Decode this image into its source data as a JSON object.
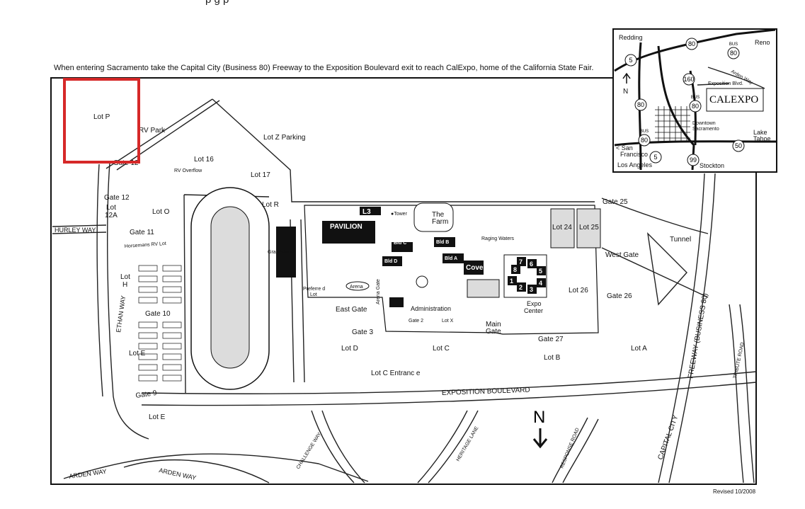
{
  "header": {
    "top_fragment": "p      g  p",
    "intro": "When entering Sacramento take the Capital City (Business 80) Freeway to the Exposition Boulevard exit to reach CalExpo, home of  the California State Fair.",
    "revised": "Revised 10/2008"
  },
  "inset": {
    "places": [
      "Redding",
      "Reno",
      "N",
      "Exposition Blvd.",
      "Arden Way",
      "Downtown",
      "Sacramento",
      "Lake",
      "Tahoe",
      "< San",
      "Francisco",
      "Los Angeles",
      "Stockton",
      "CALEXPO"
    ],
    "route_shields": [
      "5",
      "80",
      "80",
      "160",
      "80",
      "80",
      "80",
      "5",
      "99",
      "50"
    ],
    "bus_labels": [
      "BUS",
      "BUS",
      "BUS"
    ]
  },
  "lots": {
    "lot_p": "Lot P",
    "rv_park": "RV Park",
    "lot_z": "Lot Z Parking",
    "lot_16": "Lot 16",
    "rv_overflow": "RV Overflow",
    "lot_17": "Lot 17",
    "lot_r": "Lot R",
    "lot_o": "Lot O",
    "lot_12": "Lot",
    "lot_12a": "12A",
    "lot_h1": "Lot",
    "lot_h2": "H",
    "lot_e1": "Lot E",
    "lot_e2": "Lot E",
    "lot_d": "Lot D",
    "lot_c": "Lot C",
    "lot_c_entrance": "Lot C Entranc  e",
    "lot_b": "Lot B",
    "lot_a": "Lot A",
    "lot_24": "Lot 24",
    "lot_25": "Lot 25",
    "lot_26": "Lot 26",
    "lot_x": "Lot X",
    "preferred1": "Preferre d",
    "preferred2": "Lot",
    "horsemans": "Horsemans  RV Lot"
  },
  "gates": {
    "gate_12": "Gate 12",
    "gate_12b": "Gate 12",
    "gate_11": "Gate 11",
    "gate_10": "Gate 10",
    "gate_9": "Gate  9",
    "gate_25": "Gate 25",
    "gate_26": "Gate 26",
    "gate_27": "Gate 27",
    "gate_3": "Gate  3",
    "gate_2": "Gate  2",
    "east_gate": "East Gate",
    "west_gate": "West Gate",
    "main_gate1": "Main",
    "main_gate2": "Gate",
    "tunnel": "Tunnel"
  },
  "buildings": {
    "l3": "L3",
    "pavilion": "PAVILION",
    "tower": "●Tower",
    "farm1": "The",
    "farm2": "Farm",
    "bld_c": "Bld C",
    "bld_b": "Bld B",
    "bld_a": "Bld A",
    "bld_d": "Bld D",
    "cove": "Cove",
    "raging_waters": "Raging Waters",
    "grandstand": "Grandstand",
    "arena": "Arena",
    "arena_gate": "Arena Gate",
    "administration": "Administration",
    "expo1": "Expo",
    "expo2": "Center",
    "numbers": [
      "7",
      "6",
      "8",
      "5",
      "1",
      "4",
      "2",
      "3"
    ]
  },
  "roads": {
    "hurley": "HURLEY WAY",
    "ethan": "ETHAN WAY",
    "exposition": "EXPOSITION BOULEVARD",
    "challenge": "CHALLENGE WAY",
    "heritage": "HERITAGE LANE",
    "response": "RESPONSE ROAD",
    "capital_city": "CAPITAL CITY",
    "freeway": "FREEWAY (BUSINESS 80)",
    "tribute": "TRIBUTE ROAD",
    "arden1": "ARDEN WAY",
    "arden2": "ARDEN  WAY"
  },
  "compass": {
    "n": "N"
  },
  "colors": {
    "highlight": "#d62828",
    "fill_gray": "#dcdcdc",
    "dark": "#111111"
  }
}
